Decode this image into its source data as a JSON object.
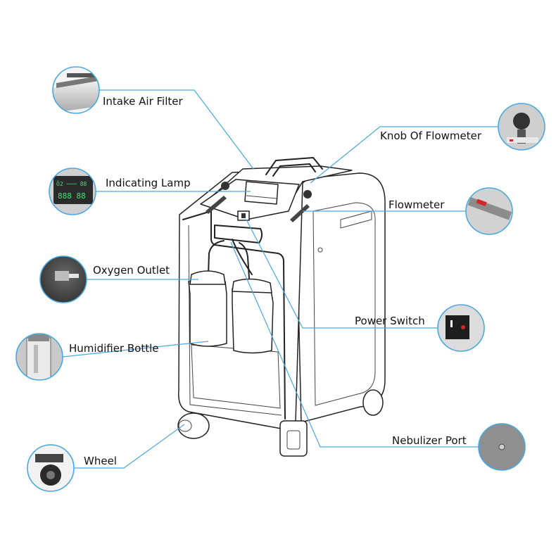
{
  "labels": {
    "intake_air_filter": "Intake Air Filter",
    "indicating_lamp": "Indicating Lamp",
    "oxygen_outlet": "Oxygen Outlet",
    "humidifier_bottle": "Humidifier Bottle",
    "wheel": "Wheel",
    "knob_of_flowmeter": "Knob Of Flowmeter",
    "flowmeter": "Flowmeter",
    "power_switch": "Power Switch",
    "nebulizer_port": "Nebulizer Port"
  },
  "display": {
    "lamp_digits": "888 88",
    "lamp_heading": "Ö2 ─── 88"
  },
  "colors": {
    "leader_line": "#4aa8df",
    "outline": "#222222",
    "thumbnail_dark": "#3a3a3a",
    "thumbnail_light": "#d8d8d8",
    "lamp_green": "#3fe27a",
    "switch_red": "#d3262a"
  },
  "icons": [
    "filter-icon",
    "lamp-panel-icon",
    "outlet-icon",
    "bottle-icon",
    "wheel-icon",
    "knob-icon",
    "flowmeter-icon",
    "switch-icon",
    "port-icon"
  ]
}
